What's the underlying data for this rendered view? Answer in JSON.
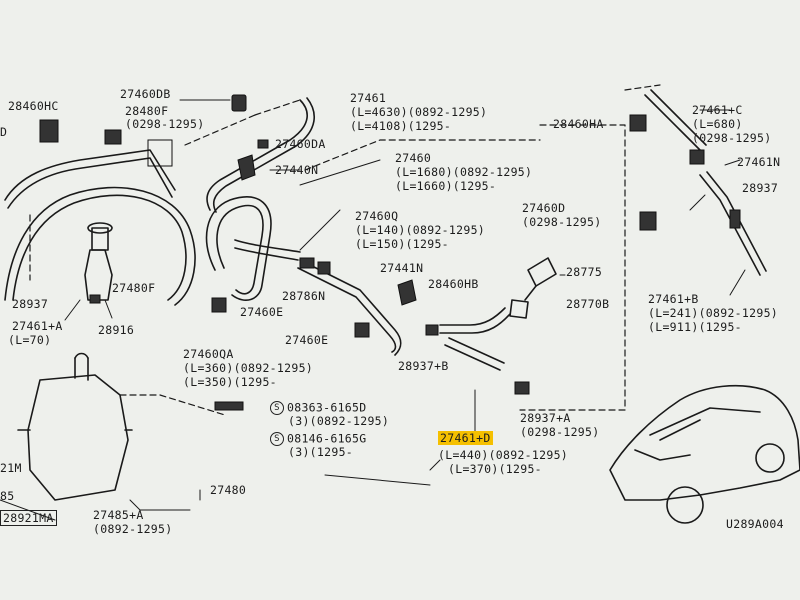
{
  "diagram_code": "U289A004",
  "highlight_color": "#f5c000",
  "labels": {
    "p28460HC": "28460HC",
    "p27460DB": "27460DB",
    "p28480F": "28480F",
    "d28480F": "(0298-1295)",
    "p27461_top": "27461",
    "d27461_top_1": "(L=4630)(0892-1295)",
    "d27461_top_2": "(L=4108)(1295-",
    "p27460DA": "27460DA",
    "p27440N": "27440N",
    "p27460": "27460",
    "d27460_1": "(L=1680)(0892-1295)",
    "d27460_2": "(L=1660)(1295-",
    "p28460HA": "28460HA",
    "p27461C": "27461+C",
    "d27461C_1": "(L=680)",
    "d27461C_2": "(0298-1295)",
    "p27461N": "27461N",
    "p28937_right": "28937",
    "p27460Q": "27460Q",
    "d27460Q_1": "(L=140)(0892-1295)",
    "d27460Q_2": "(L=150)(1295-",
    "p27460D": "27460D",
    "d27460D": "(0298-1295)",
    "p27441N": "27441N",
    "p27480F": "27480F",
    "p28937_left": "28937",
    "p27461A_left": "27461+A",
    "d27461A_left": "(L=70)",
    "p28916": "28916",
    "p28786N": "28786N",
    "p27460E_1": "27460E",
    "p27460E_2": "27460E",
    "p28460HB": "28460HB",
    "p28775": "28775",
    "p28770B": "28770B",
    "p27461B": "27461+B",
    "d27461B_1": "(L=241)(0892-1295)",
    "d27461B_2": "(L=911)(1295-",
    "p27460QA": "27460QA",
    "d27460QA_1": "(L=360)(0892-1295)",
    "d27460QA_2": "(L=350)(1295-",
    "p28937B": "28937+B",
    "p08363": "08363-6165D",
    "d08363": "(3)(0892-1295)",
    "p08146": "08146-6165G",
    "d08146": "(3)(1295-",
    "p28937A": "28937+A",
    "d28937A": "(0298-1295)",
    "p27461D": "27461+D",
    "d27461D_1": "(L=440)(0892-1295)",
    "d27461D_2": "(L=370)(1295-",
    "p27480": "27480",
    "p28921MA": "28921MA",
    "p27485A": "27485+A",
    "d27485A": "(0892-1295)",
    "frag_D": "D",
    "frag_21M": "21M",
    "frag_85": "85",
    "circle_s": "S"
  }
}
